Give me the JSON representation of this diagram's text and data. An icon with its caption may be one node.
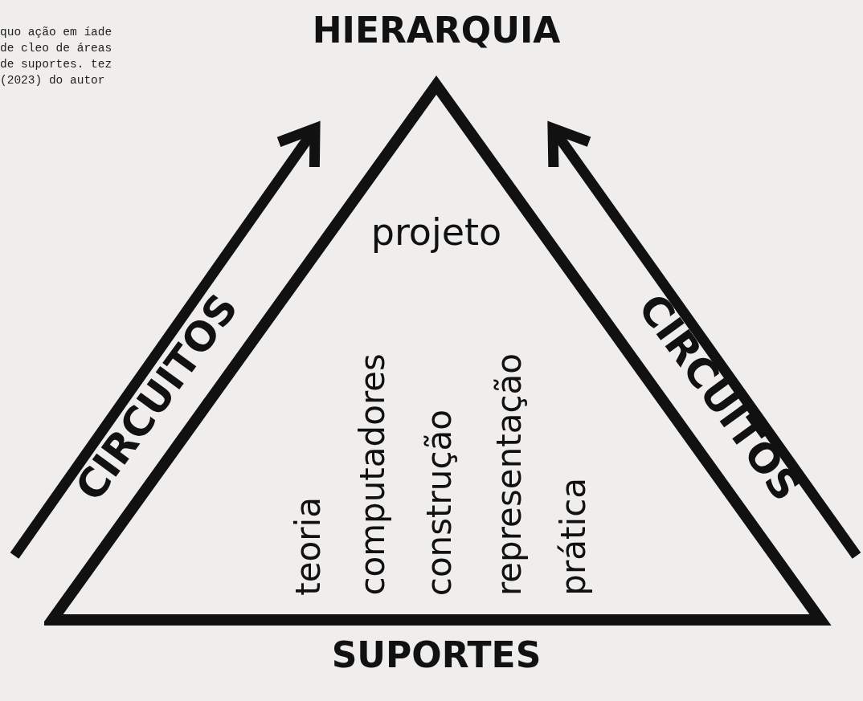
{
  "diagram": {
    "nodes": [
      {
        "text": [
          "projeto",
          "teoria",
          "computadores",
          "construção",
          "representação",
          "prática"
        ]
      }
    ],
    "edges": [],
    "labels": [
      "quo ação em íade de cleo de áreas de suportes. tez (2023) do autor",
      "HIERARQUIA",
      "CIRCUITOS",
      "CIRCUITOS",
      "SUPORTES"
    ]
  }
}
